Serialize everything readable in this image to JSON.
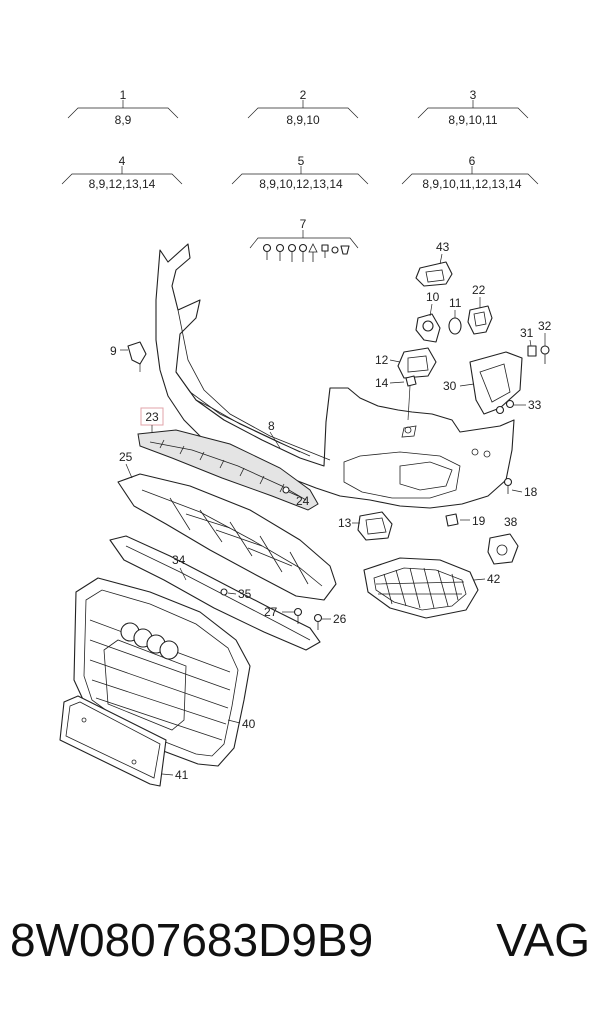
{
  "kits": [
    {
      "num": "1",
      "items": "8,9"
    },
    {
      "num": "2",
      "items": "8,9,10"
    },
    {
      "num": "3",
      "items": "8,9,10,11"
    },
    {
      "num": "4",
      "items": "8,9,12,13,14"
    },
    {
      "num": "5",
      "items": "8,9,10,12,13,14"
    },
    {
      "num": "6",
      "items": "8,9,10,11,12,13,14"
    }
  ],
  "callouts": {
    "c7": "7",
    "c8": "8",
    "c9": "9",
    "c10": "10",
    "c11": "11",
    "c12": "12",
    "c13": "13",
    "c14": "14",
    "c18": "18",
    "c19": "19",
    "c22": "22",
    "c23": "23",
    "c24": "24",
    "c25": "25",
    "c26": "26",
    "c27": "27",
    "c30": "30",
    "c31": "31",
    "c32": "32",
    "c33": "33",
    "c34": "34",
    "c35": "35",
    "c38": "38",
    "c40": "40",
    "c41": "41",
    "c42": "42",
    "c43": "43"
  },
  "highlight": {
    "color": "#e0a3a8"
  },
  "footer": {
    "part_number": "8W0807683D9B9",
    "brand": "VAG"
  }
}
